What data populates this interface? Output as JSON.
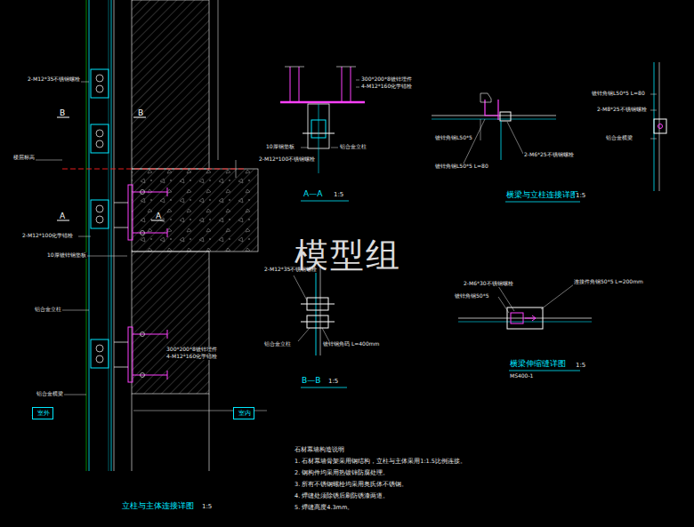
{
  "diagram": {
    "nodes": [
      {
        "text": [
          "室外"
        ]
      },
      {
        "text": [
          "室内"
        ]
      }
    ],
    "labels": [
      "2-M12*35不锈钢螺栓",
      "B",
      "B",
      "楼层标高",
      "A",
      "A",
      "2-M12*100化学锚栓",
      "10厚镀锌钢垫板",
      "铝合金立柱",
      "300*200*8镀锌埋件",
      "4-M12*160化学锚栓",
      "铝合金横梁",
      "立柱与主体连接详图",
      "1:5",
      "300*200*8镀锌埋件",
      "4-M12*160化学锚栓",
      "10厚钢垫板",
      "2-M12*100不锈钢螺栓",
      "铝合金立柱",
      "A—A",
      "1:5",
      "2-M12*35不锈钢螺栓",
      "铝合金立柱",
      "镀锌钢角码 L=400mm",
      "B—B",
      "1:5",
      "镀锌角钢L50*5",
      "2-M6*25不锈钢螺栓",
      "镀锌角钢L50*5 L=80",
      "横梁与立柱连接详图",
      "1:5",
      "镀锌角钢L50*5 L=80",
      "2-M8*25不锈钢螺栓",
      "铝合金横梁",
      "2-M6*30不锈钢螺栓",
      "连接件角钢50*5 L=200mm",
      "镀锌角钢50*5",
      "横梁伸缩缝详图",
      "1:5",
      "MS400-1",
      "石材幕墙构造说明",
      "1. 石材幕墙骨架采用钢结构，立柱与主体采用1:1.5比例连接。",
      "2. 钢构件均采用热镀锌防腐处理。",
      "3. 所有不锈钢螺栓均采用奥氏体不锈钢。",
      "4. 焊缝处须除锈后刷防锈漆两道。",
      "5. 焊缝高度4.3mm。",
      "模型组"
    ]
  }
}
